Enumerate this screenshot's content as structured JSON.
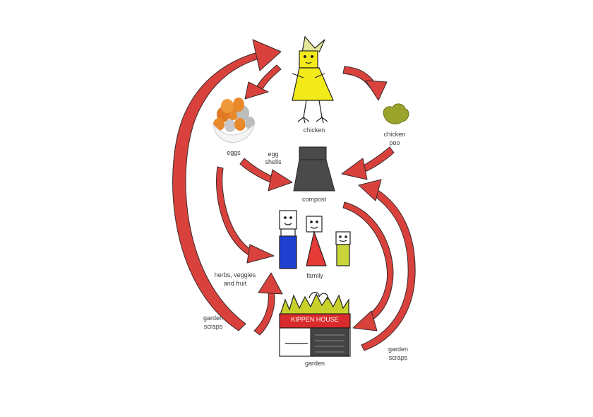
{
  "labels": {
    "chicken": "chicken",
    "chicken_poo_1": "chicken",
    "chicken_poo_2": "poo",
    "eggs": "eggs",
    "egg_shells_1": "egg",
    "egg_shells_2": "shells",
    "compost": "compost",
    "family": "family",
    "herbs_1": "herbs, veggies",
    "herbs_2": "and fruit",
    "garden_scraps_left_1": "garden",
    "garden_scraps_left_2": "scraps",
    "garden_scraps_right_1": "garden",
    "garden_scraps_right_2": "scraps",
    "garden": "garden",
    "house_sign": "KIPPEN HOUSE"
  },
  "colors": {
    "arrow": "#d9423c",
    "arrow_outline": "#3a2a2a",
    "chicken_body": "#f3ea1a",
    "chicken_comb": "#e4e69a",
    "chicken_poo": "#9aa32a",
    "compost_bin": "#4a4a4a",
    "adult_1": "#1f3fd0",
    "adult_2": "#e53a35",
    "child": "#c8d63a",
    "house_sign": "#d92b2b",
    "house_flames": "#c7d12a",
    "house_door": "#444444",
    "egg_orange": "#e8892c",
    "egg_grey": "#bdbdbd"
  },
  "icons": [
    "chicken-icon",
    "chicken-poo-icon",
    "egg-bowl-icon",
    "compost-bin-icon",
    "family-icon",
    "kippen-house-icon"
  ]
}
